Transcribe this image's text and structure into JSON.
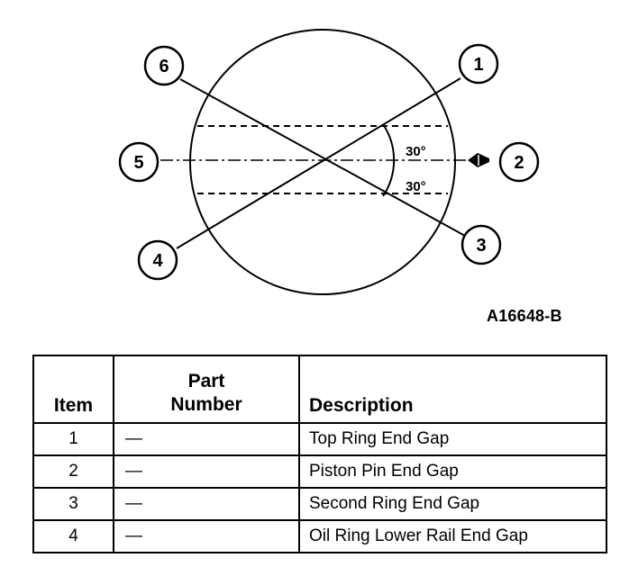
{
  "diagram": {
    "callouts": [
      "1",
      "2",
      "3",
      "4",
      "5",
      "6"
    ],
    "angles": [
      "30°",
      "30°"
    ],
    "figure_id": "A16648-B"
  },
  "table": {
    "headers": {
      "item": "Item",
      "part_line1": "Part",
      "part_line2": "Number",
      "description": "Description"
    },
    "rows": [
      {
        "item": "1",
        "part": "—",
        "description": "Top Ring End Gap"
      },
      {
        "item": "2",
        "part": "—",
        "description": "Piston Pin End Gap"
      },
      {
        "item": "3",
        "part": "—",
        "description": "Second Ring End Gap"
      },
      {
        "item": "4",
        "part": "—",
        "description": "Oil Ring Lower Rail End Gap"
      }
    ]
  }
}
